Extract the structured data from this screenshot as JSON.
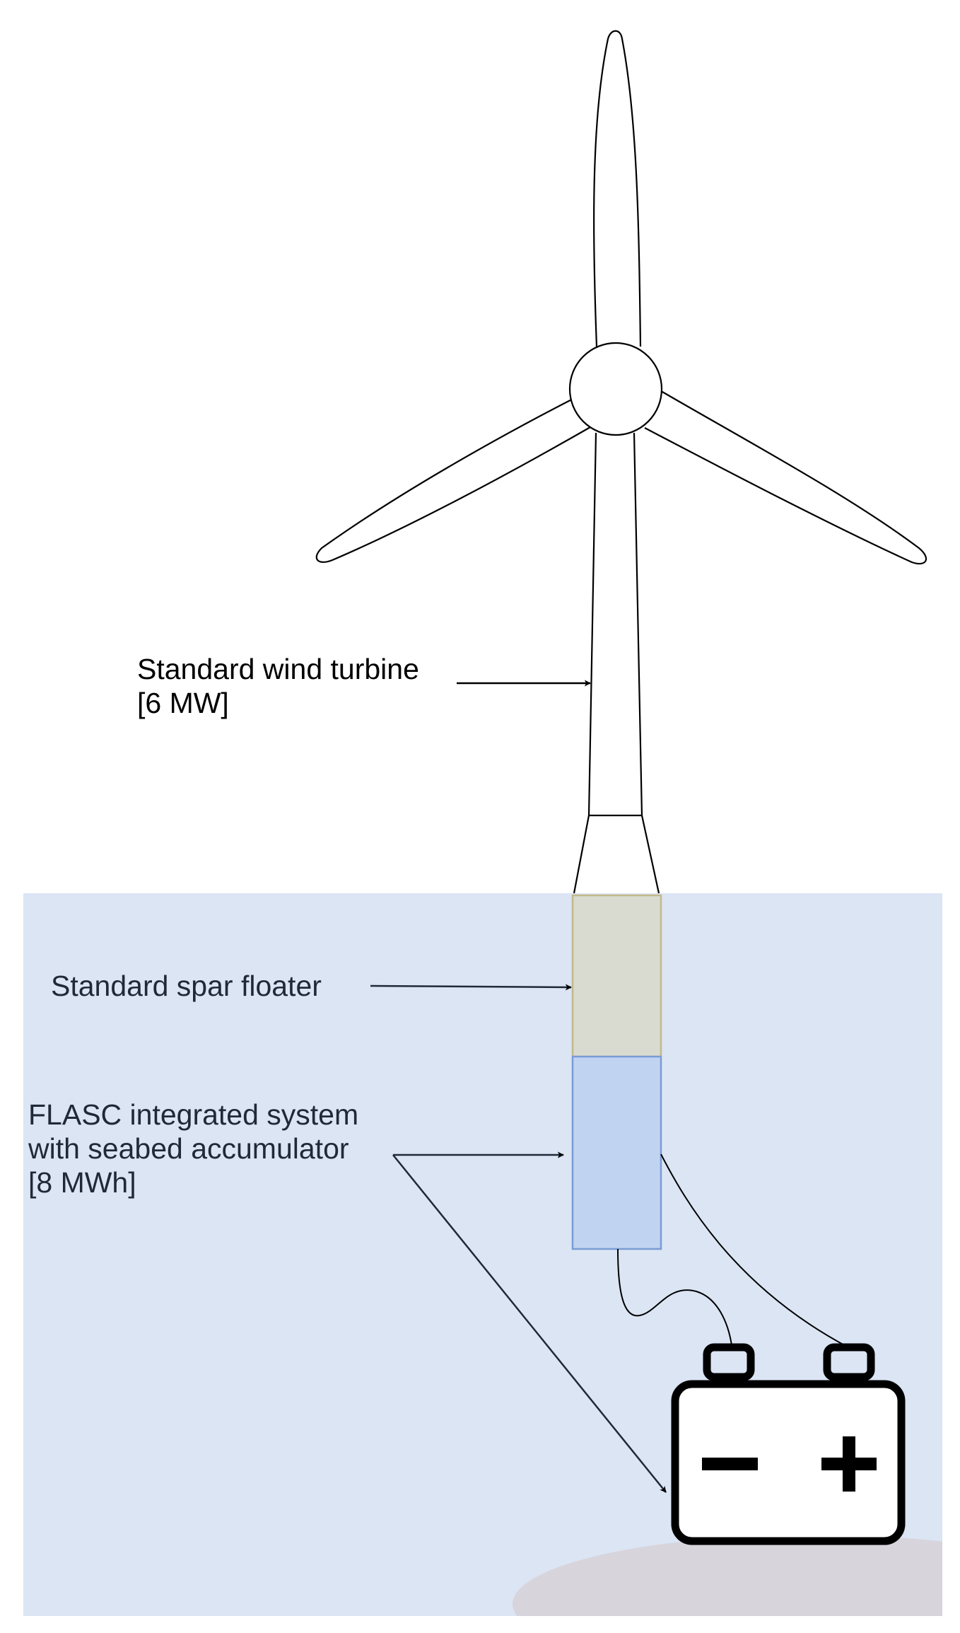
{
  "colors": {
    "sea": "#dbe5f4",
    "seabed": "#d7d4dc",
    "floater": "#d9dad0",
    "floater_stroke": "#c2b98a",
    "flasc": "#c0d3f1",
    "flasc_stroke": "#7a9cd4",
    "line": "#000000"
  },
  "icons": {
    "battery": "battery-icon",
    "turbine": "wind-turbine-icon"
  },
  "labels": {
    "turbine": {
      "line1": "Standard wind turbine",
      "line2": "[6 MW]"
    },
    "spar": {
      "line1": "Standard spar floater"
    },
    "flasc": {
      "line1": "FLASC integrated system",
      "line2": "with seabed accumulator",
      "line3": "[8 MWh]"
    }
  }
}
